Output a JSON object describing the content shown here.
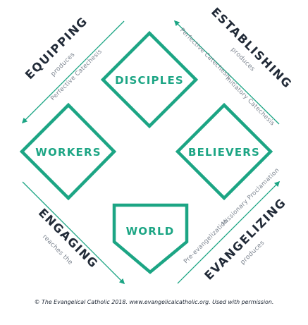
{
  "colors": {
    "teal": "#1ca584",
    "navy": "#222b38",
    "gray": "#7d8590"
  },
  "nodes": {
    "disciples": "DISCIPLES",
    "workers": "WORKERS",
    "believers": "BELIEVERS",
    "world": "WORLD"
  },
  "stages": {
    "equipping": {
      "title": "EQUIPPING",
      "sub": "produces",
      "path": "Perfective Catechesis"
    },
    "establishing": {
      "title": "ESTABLISHING",
      "sub": "produces",
      "path1": "Perfective Catechesis",
      "path2": "Initiatory Catechesis"
    },
    "engaging": {
      "title": "ENGAGING",
      "sub": "reaches the"
    },
    "evangelizing": {
      "title": "EVANGELIZING",
      "sub": "produces",
      "path1": "Missionary Proclamation",
      "path2": "Pre-evangelization"
    }
  },
  "footer": "© The Evangelical Catholic 2018. www.evangelicalcatholic.org. Used with permission."
}
